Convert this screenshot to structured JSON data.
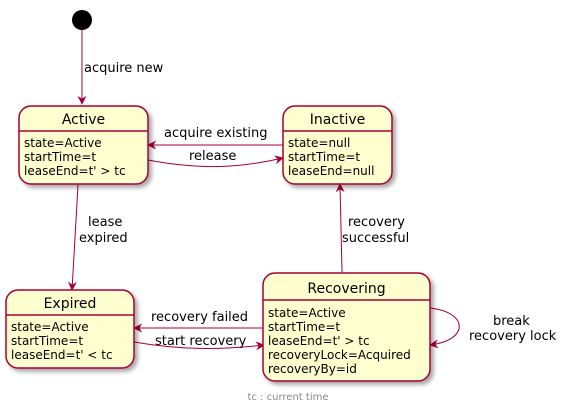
{
  "colors": {
    "state_fill": "#FEFECE",
    "state_border": "#A80036",
    "arrow": "#A80036",
    "initial": "#000000",
    "caption": "#888888"
  },
  "states": {
    "active": {
      "name": "Active",
      "attrs": [
        "state=Active",
        "startTime=t",
        "leaseEnd=t' > tc"
      ]
    },
    "inactive": {
      "name": "Inactive",
      "attrs": [
        "state=null",
        "startTime=t",
        "leaseEnd=null"
      ]
    },
    "expired": {
      "name": "Expired",
      "attrs": [
        "state=Active",
        "startTime=t",
        "leaseEnd=t' < tc"
      ]
    },
    "recovering": {
      "name": "Recovering",
      "attrs": [
        "state=Active",
        "startTime=t",
        "leaseEnd=t' > tc",
        "recoveryLock=Acquired",
        "recoveryBy=id"
      ]
    }
  },
  "transitions": {
    "acquire_new": "acquire new",
    "acquire_existing": "acquire existing",
    "release": "release",
    "lease_expired": [
      "lease",
      "expired"
    ],
    "recovery_successful": [
      "recovery",
      "successful"
    ],
    "recovery_failed": "recovery failed",
    "start_recovery": "start recovery",
    "break_recovery_lock": [
      "break",
      "recovery lock"
    ]
  },
  "caption": "tc : current time"
}
